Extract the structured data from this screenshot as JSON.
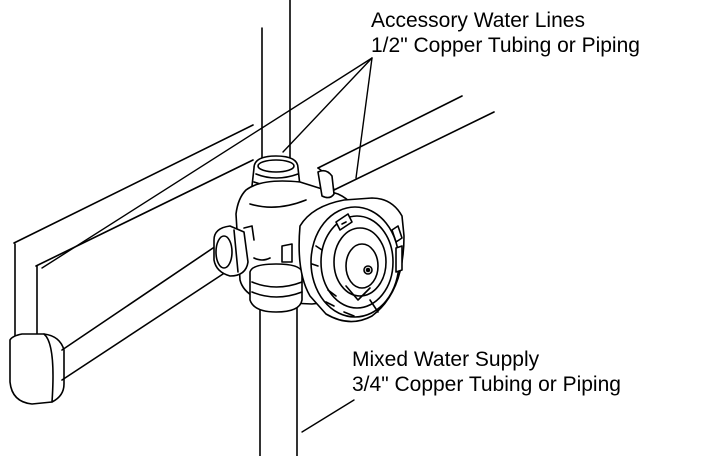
{
  "labels": {
    "accessory_water_lines": {
      "title": "Accessory Water Lines",
      "spec": "1/2\" Copper Tubing or Piping"
    },
    "mixed_water_supply": {
      "title": "Mixed Water Supply",
      "spec": "3/4\" Copper Tubing or Piping"
    }
  },
  "colors": {
    "line": "#000000",
    "background": "#ffffff"
  }
}
